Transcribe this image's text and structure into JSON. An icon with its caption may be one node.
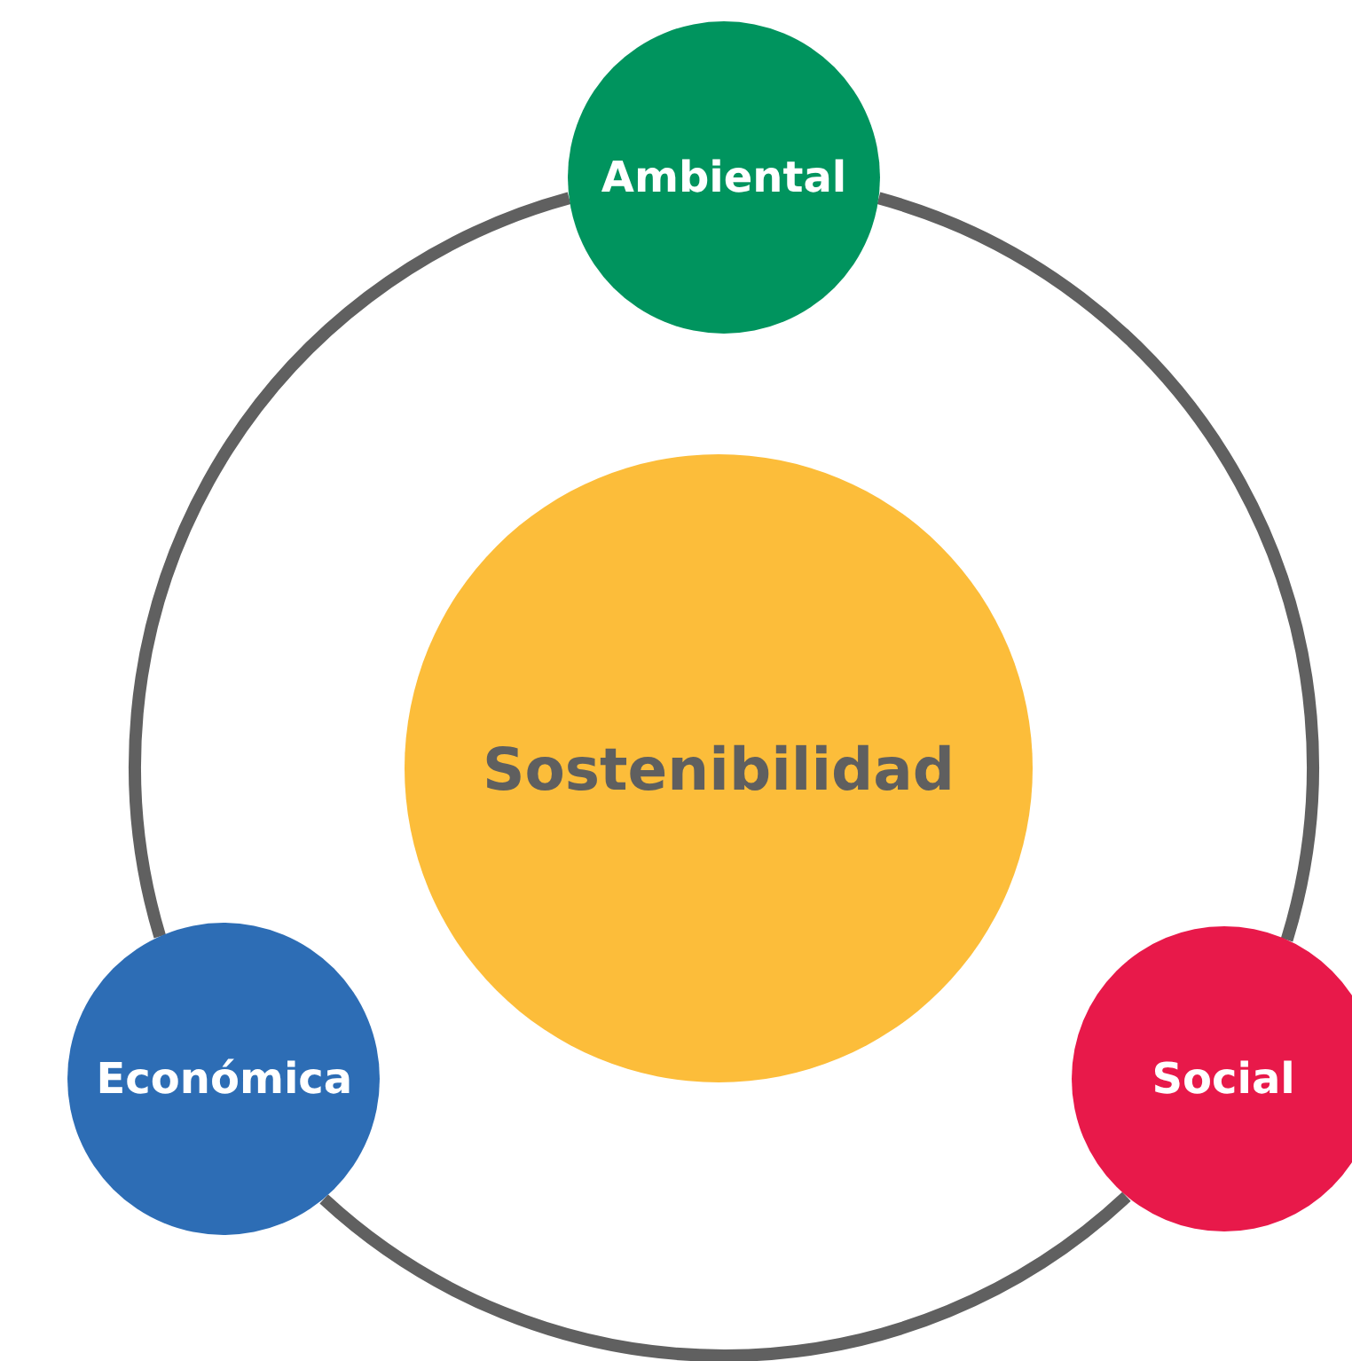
{
  "diagram": {
    "nodes": [
      {
        "text": [
          "Ambiental"
        ]
      },
      {
        "text": [
          "Sostenibilidad"
        ]
      },
      {
        "text": [
          "Económica"
        ]
      },
      {
        "text": [
          "Social"
        ]
      }
    ],
    "edges": [
      {
        "from": 0,
        "to": 3,
        "arrow": "none"
      },
      {
        "from": 3,
        "to": 2,
        "arrow": "none"
      },
      {
        "from": 2,
        "to": 0,
        "arrow": "none"
      }
    ]
  }
}
